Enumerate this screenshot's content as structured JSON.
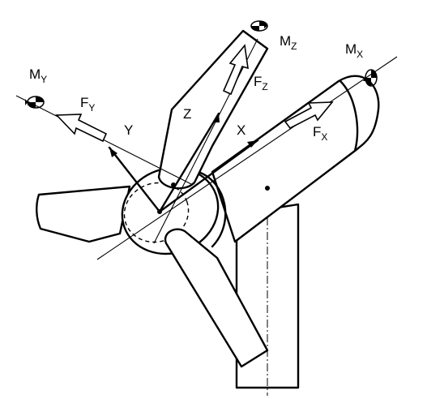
{
  "labels": {
    "mz": {
      "base": "M",
      "sub": "Z"
    },
    "mx": {
      "base": "M",
      "sub": "X"
    },
    "my": {
      "base": "M",
      "sub": "Y"
    },
    "fz": {
      "base": "F",
      "sub": "Z"
    },
    "fy": {
      "base": "F",
      "sub": "Y"
    },
    "fx": {
      "base": "F",
      "sub": "X"
    },
    "axis_z": "Z",
    "axis_y": "Y",
    "axis_x": "X"
  }
}
